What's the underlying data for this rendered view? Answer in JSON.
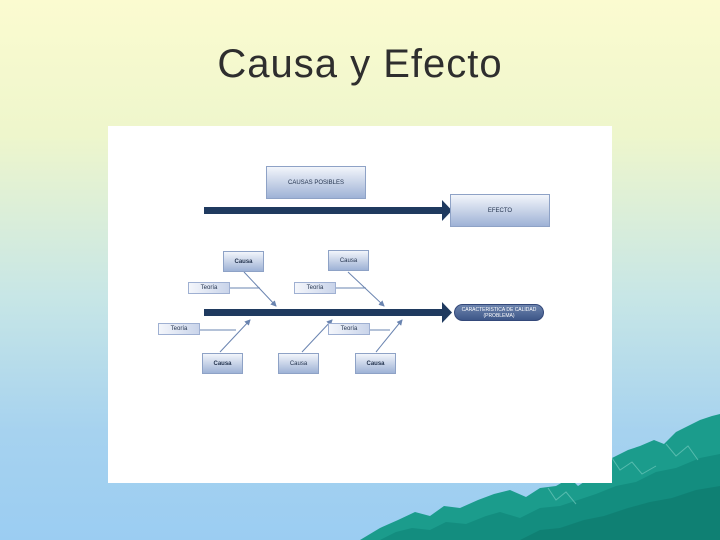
{
  "slide": {
    "title": "Causa y Efecto"
  },
  "diagram": {
    "causas_posibles": "CAUSAS POSIBLES",
    "efecto": "EFECTO",
    "problema_line1": "CARACTERISTICA DE CALIDAD",
    "problema_line2": "(PROBLEMA)",
    "causa_labels": [
      "Causa",
      "Causa",
      "Causa",
      "Causa",
      "Causa"
    ],
    "teoria_labels": [
      "Teoría",
      "Teoría",
      "Teoría",
      "Teoría"
    ]
  },
  "colors": {
    "arrow": "#1f3a5f",
    "thin_arrow": "#6a84b0",
    "landscape": "#1a9a8a"
  }
}
